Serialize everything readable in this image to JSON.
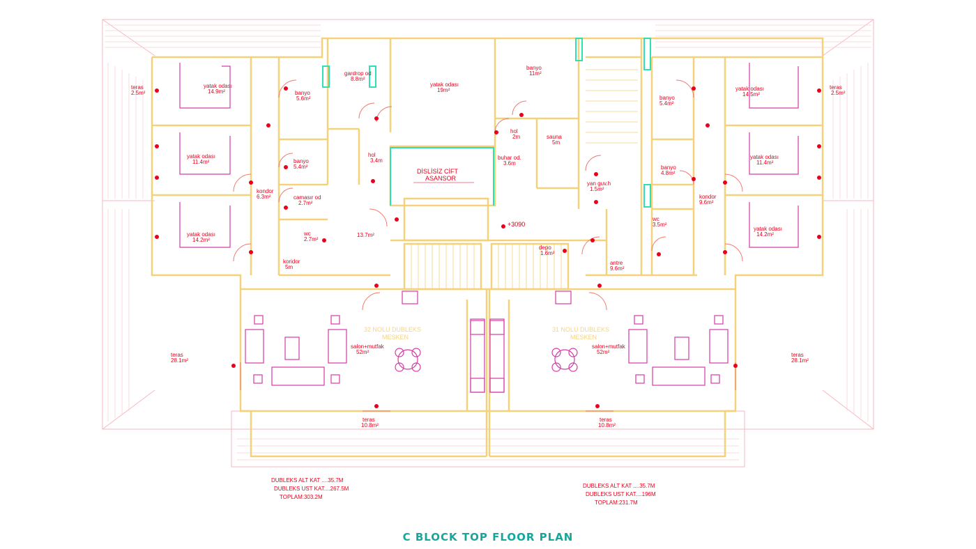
{
  "caption": "C BLOCK TOP FLOOR PLAN",
  "colors": {
    "wall": "#f3d27a",
    "roof": "#f5b8c0",
    "magenta": "#d63aa8",
    "red": "#e8001c",
    "cyan": "#2de0b8",
    "caption": "#16a79c"
  },
  "elevator": {
    "line1": "DİSLİSİZ CİFT",
    "line2": "ASANSOR"
  },
  "elevation_mark": "+3090",
  "apartments": {
    "left": [
      "32 NOLU DUBLEKS",
      "MESKEN"
    ],
    "right": [
      "31 NOLU DUBLEKS",
      "MESKEN"
    ]
  },
  "rooms": [
    {
      "name": "teras",
      "area": "2.5m²"
    },
    {
      "name": "yatak odası",
      "area": "14.9m²"
    },
    {
      "name": "banyo",
      "area": "5.6m²"
    },
    {
      "name": "gardrop od",
      "area": "8.8m²"
    },
    {
      "name": "yatak odası",
      "area": "19m²"
    },
    {
      "name": "banyo",
      "area": "11m²"
    },
    {
      "name": "banyo",
      "area": "5.4m²"
    },
    {
      "name": "yatak odası",
      "area": "14.5m²"
    },
    {
      "name": "teras",
      "area": "2.5m²"
    },
    {
      "name": "yatak odası",
      "area": "11.4m²"
    },
    {
      "name": "banyo",
      "area": "5.4m²"
    },
    {
      "name": "hol",
      "area": "3.4m"
    },
    {
      "name": "hol",
      "area": "2m"
    },
    {
      "name": "sauna",
      "area": "5m"
    },
    {
      "name": "buhar od.",
      "area": "3.6m"
    },
    {
      "name": "banyo",
      "area": "4.8m²"
    },
    {
      "name": "yatak odası",
      "area": "11.4m²"
    },
    {
      "name": "kondor",
      "area": "6.3m²"
    },
    {
      "name": "camasır od",
      "area": "2.7m²"
    },
    {
      "name": "yan guv.h",
      "area": "1.5m²"
    },
    {
      "name": "kondor",
      "area": "9.6m²"
    },
    {
      "name": "yatak odası",
      "area": "14.2m²"
    },
    {
      "name": "wc",
      "area": "2.7m²"
    },
    {
      "name": "",
      "area": "13.7m²"
    },
    {
      "name": "wc",
      "area": "3.5m²"
    },
    {
      "name": "yatak odası",
      "area": "14.2m²"
    },
    {
      "name": "koridor",
      "area": "5m"
    },
    {
      "name": "depo",
      "area": "1.6m²"
    },
    {
      "name": "antre",
      "area": "9.6m²"
    },
    {
      "name": "teras",
      "area": "28.1m²"
    },
    {
      "name": "salon+mutfak",
      "area": "52m²"
    },
    {
      "name": "salon+mutfak",
      "area": "52m²"
    },
    {
      "name": "teras",
      "area": "28.1m²"
    },
    {
      "name": "teras",
      "area": "10.8m²"
    },
    {
      "name": "teras",
      "area": "10.8m²"
    }
  ],
  "summary_left": [
    "DUBLEKS ALT KAT ....35.7M",
    "DUBLEKS UST KAT....267.5M",
    "TOPLAM:303.2M"
  ],
  "summary_right": [
    "DUBLEKS ALT KAT ....35.7M",
    "DUBLEKS UST KAT....196M",
    "TOPLAM:231.7M"
  ]
}
